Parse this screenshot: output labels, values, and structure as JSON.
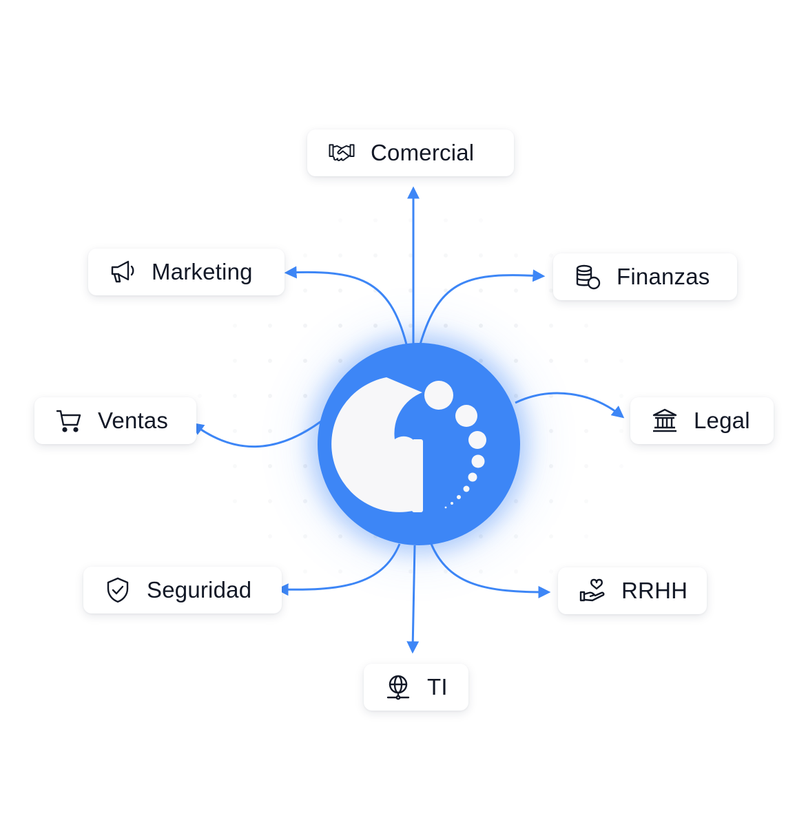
{
  "diagram": {
    "center": {
      "logo_icon": "brand-i-logo-icon",
      "color": "#3d86f6"
    },
    "arrow_color": "#3d86f6",
    "departments": [
      {
        "id": "comercial",
        "label": "Comercial",
        "icon": "handshake-icon"
      },
      {
        "id": "marketing",
        "label": "Marketing",
        "icon": "megaphone-icon"
      },
      {
        "id": "finanzas",
        "label": "Finanzas",
        "icon": "coins-icon"
      },
      {
        "id": "ventas",
        "label": "Ventas",
        "icon": "shopping-cart-icon"
      },
      {
        "id": "legal",
        "label": "Legal",
        "icon": "bank-icon"
      },
      {
        "id": "seguridad",
        "label": "Seguridad",
        "icon": "shield-check-icon"
      },
      {
        "id": "rrhh",
        "label": "RRHH",
        "icon": "hand-heart-icon"
      },
      {
        "id": "ti",
        "label": "TI",
        "icon": "globe-network-icon"
      }
    ]
  }
}
